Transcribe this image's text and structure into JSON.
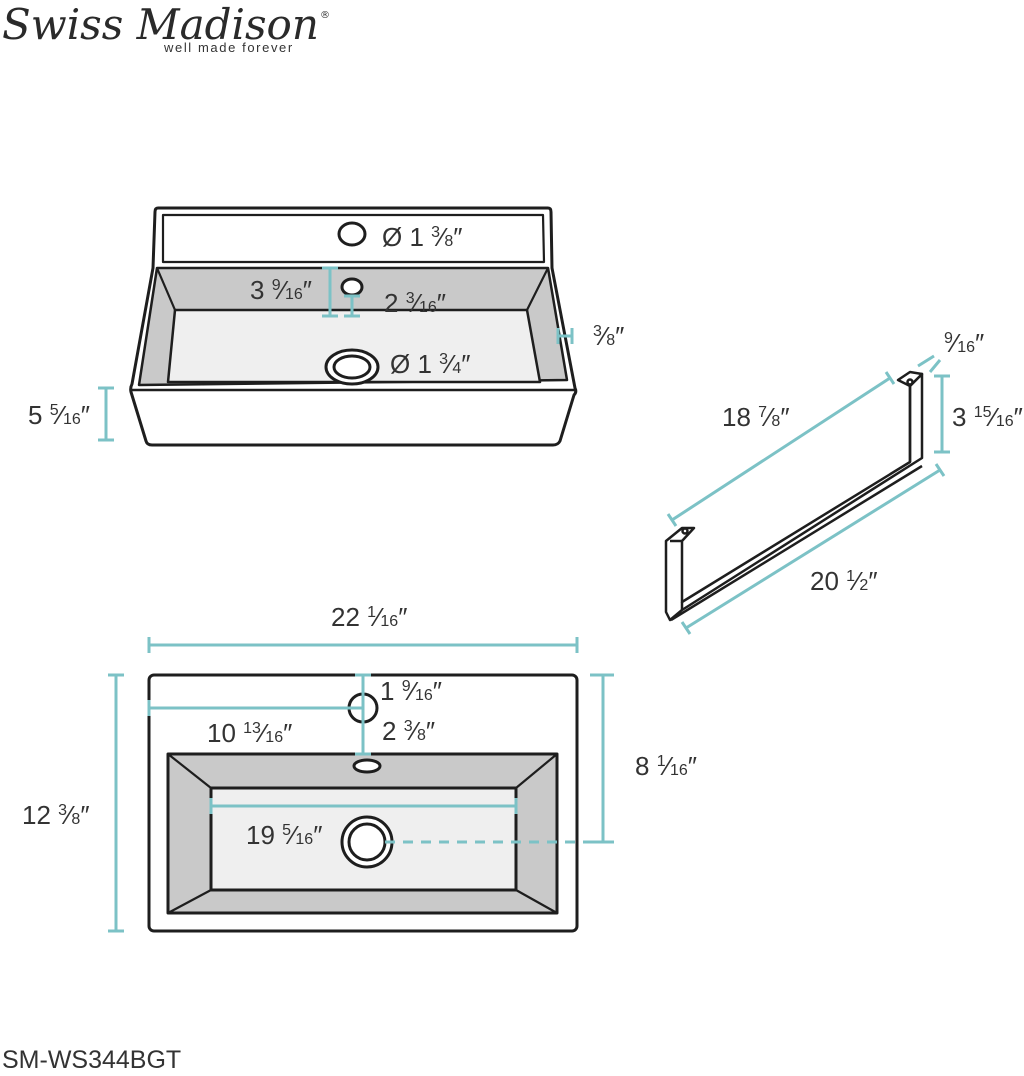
{
  "brand": {
    "name": "Swiss Madison",
    "registered_mark": "®",
    "tagline": "well made forever"
  },
  "model_number": "SM-WS344BGT",
  "colors": {
    "dimension_line": "#7cc2c6",
    "outline": "#1e1e1e",
    "basin_shade": "#c9c9c9",
    "basin_light": "#efefef"
  },
  "dimensions": {
    "faucet_hole": {
      "prefix": "Ø 1 ",
      "num": "3",
      "den": "8"
    },
    "drain": {
      "prefix": "Ø 1 ",
      "num": "3",
      "den": "4"
    },
    "basin_depth": {
      "prefix": "3 ",
      "num": "9",
      "den": "16"
    },
    "overflow_offset": {
      "prefix": "2 ",
      "num": "3",
      "den": "16"
    },
    "rim_thickness": {
      "prefix": "",
      "num": "3",
      "den": "8"
    },
    "body_height": {
      "prefix": "5 ",
      "num": "5",
      "den": "16"
    },
    "overall_width": {
      "prefix": "22 ",
      "num": "1",
      "den": "16"
    },
    "faucet_from_back": {
      "prefix": "1 ",
      "num": "9",
      "den": "16"
    },
    "faucet_center_x": {
      "prefix": "10 ",
      "num": "13",
      "den": "16"
    },
    "faucet_to_overflow": {
      "prefix": "2 ",
      "num": "3",
      "den": "8"
    },
    "basin_inner_width": {
      "prefix": "19 ",
      "num": "5",
      "den": "16"
    },
    "overall_depth": {
      "prefix": "12 ",
      "num": "3",
      "den": "8"
    },
    "drain_from_back": {
      "prefix": "8 ",
      "num": "1",
      "den": "16"
    },
    "bar_inner_length": {
      "prefix": "18 ",
      "num": "7",
      "den": "8"
    },
    "bar_outer_length": {
      "prefix": "20 ",
      "num": "1",
      "den": "2"
    },
    "bar_height": {
      "prefix": "3 ",
      "num": "15",
      "den": "16"
    },
    "bar_thickness": {
      "prefix": "",
      "num": "9",
      "den": "16"
    }
  }
}
